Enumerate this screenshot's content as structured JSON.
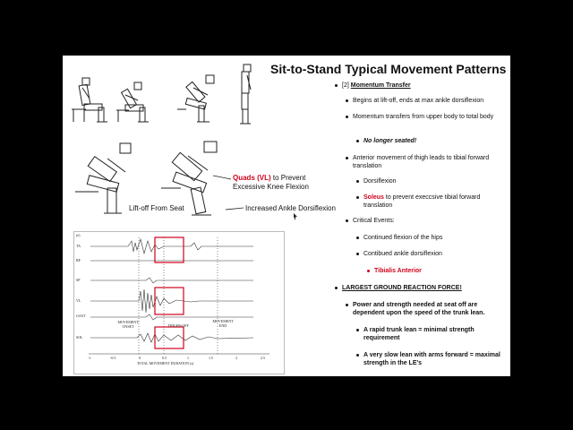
{
  "slide": {
    "title": "Sit-to-Stand Typical Movement Patterns",
    "figure_labels": {
      "liftoff": "Lift-off From Seat",
      "quads_red": "Quads (VL)",
      "quads_rest": " to Prevent",
      "quads_line2": "Excessive Knee Flexion",
      "ankle": "Increased Ankle Dorsiflexion"
    },
    "emg": {
      "panel_letter": "(e)",
      "traces": [
        "TA",
        "RF",
        "SP",
        "VL",
        "GAST",
        "SOL"
      ],
      "events": [
        "MOVEMENT\nONSET",
        "THIGHS-OFF",
        "MOVEMENT\nEND"
      ],
      "ticks": [
        "-1",
        "-0.5",
        "0",
        "0.5",
        "1",
        "1.5",
        "2",
        "2.5"
      ],
      "axis_label": "TOTAL MOVEMENT DURATION (s)"
    },
    "bullets": [
      {
        "level": 0,
        "text": "[2] Momentum Transfer",
        "style": "underline-tag"
      },
      {
        "level": 1,
        "text": "Begins at lift-off, ends at max ankle dorsiflexion"
      },
      {
        "level": 1,
        "text": "Momentum transfers from upper body to total body"
      },
      {
        "level": 2,
        "text": "No longer seated!",
        "style": "italic"
      },
      {
        "level": 1,
        "text": "Anterior movement of thigh leads to tibial forward translation"
      },
      {
        "level": 2,
        "text": "Dorsiflexion"
      },
      {
        "level": 2,
        "text_red": "Soleus",
        "text": " to prevent execcsive tibial forward translation"
      },
      {
        "level": 1,
        "text": "Critical Events:"
      },
      {
        "level": 2,
        "text": "Continued flexion of the hips"
      },
      {
        "level": 2,
        "text": "Contibued ankle dorsiflexion"
      },
      {
        "level": 3,
        "text": "Tibialis Anterior",
        "style": "red"
      },
      {
        "level": 0,
        "text": "LARGEST GROUND REACTION FORCE!",
        "style": "bold-underline"
      },
      {
        "level": 1,
        "text": "Power and strength needed at seat off are dependent upon the speed of the trunk lean.",
        "style": "bold"
      },
      {
        "level": 2,
        "text": "A rapid trunk lean = minimal strength requirement",
        "style": "bold"
      },
      {
        "level": 2,
        "text": "A very slow lean with arms forward = maximal strength in the LE's",
        "style": "bold"
      }
    ]
  }
}
